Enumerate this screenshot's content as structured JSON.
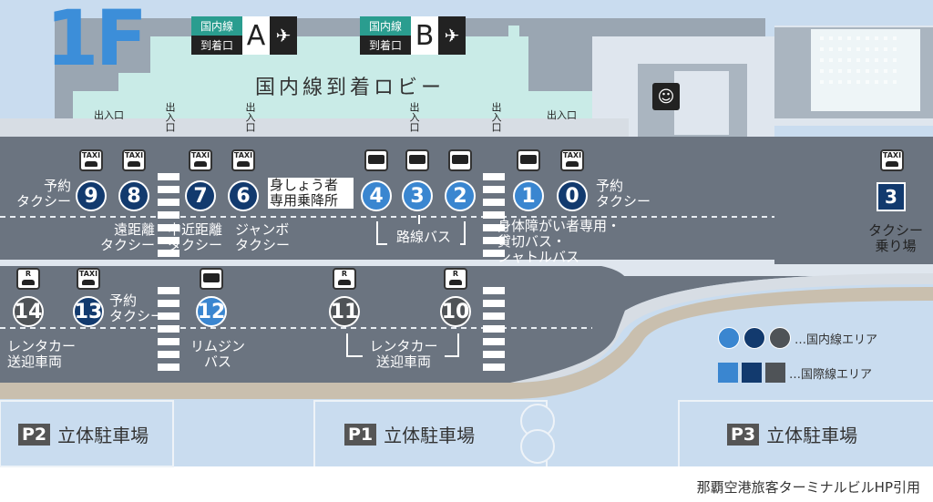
{
  "floor": "1F",
  "lobby": "国内線到着ロビー",
  "gates": [
    {
      "tag_top": "国内線",
      "tag_bottom": "到着口",
      "letter": "A"
    },
    {
      "tag_top": "国内線",
      "tag_bottom": "到着口",
      "letter": "B"
    }
  ],
  "exit_label": "出入口",
  "labels": {
    "reserve_taxi": "予約\nタクシー",
    "reserve_taxi_right": "予約\nタクシー",
    "disabled": "身しょう者\n専用乗降所",
    "long_taxi": "遠距離\nタクシー",
    "mid_taxi": "中近距離\nタクシー",
    "jumbo_taxi": "ジャンボ\nタクシー",
    "route_bus": "路線バス",
    "special_bus": "身体障がい者専用・\n貸切バス・\nシャトルバス",
    "taxi_stand": "タクシー\n乗り場",
    "reserve_taxi_lower": "予約\nタクシー",
    "rental_left": "レンタカー\n送迎車両",
    "limousine": "リムジン\nバス",
    "rental_center": "レンタカー\n送迎車両"
  },
  "stops_row1": [
    "9",
    "8",
    "7",
    "6",
    "4",
    "3",
    "2",
    "1",
    "0"
  ],
  "stops_row2": [
    "14",
    "13",
    "12",
    "11",
    "10"
  ],
  "taxi_stand_number": "3",
  "icon_texts": {
    "taxi": "TAXI",
    "rental": "R"
  },
  "parking": [
    {
      "pk": "P2",
      "text": "立体駐車場"
    },
    {
      "pk": "P1",
      "text": "立体駐車場"
    },
    {
      "pk": "P3",
      "text": "立体駐車場"
    }
  ],
  "legend": {
    "domestic": "…国内線エリア",
    "international": "…国際線エリア"
  },
  "credit": "那覇空港旅客ターミナルビルHP引用",
  "colors": {
    "dark_navy": "#123a6e",
    "blue": "#3a86d0",
    "gray": "#4f5357",
    "road": "#6b7480",
    "terminal": "#c9ebe7",
    "background": "#c9dcef"
  }
}
